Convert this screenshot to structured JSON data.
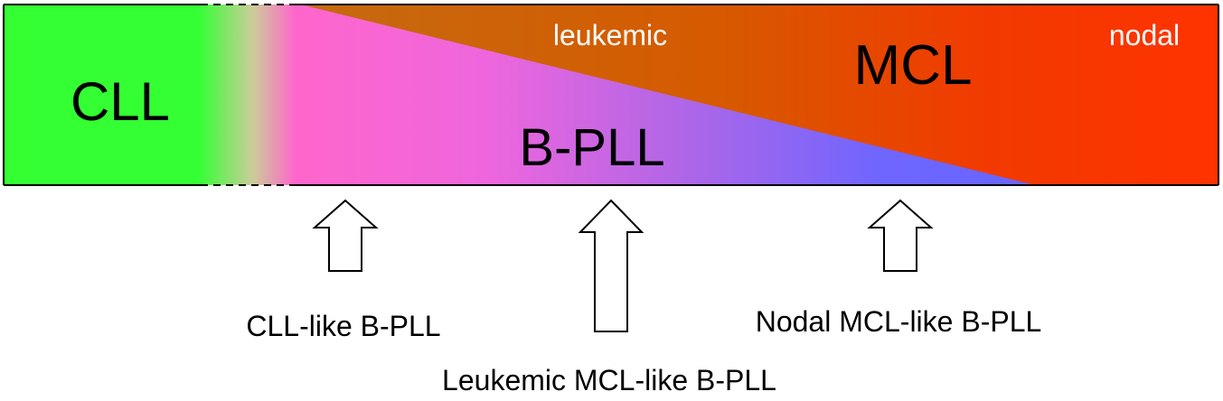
{
  "bar": {
    "cll": "CLL",
    "bpll": "B-PLL",
    "mcl": "MCL",
    "leukemic": "leukemic",
    "nodal": "nodal"
  },
  "annotations": {
    "cll_like": "CLL-like B-PLL",
    "leukemic_mcl_like": "Leukemic MCL-like B-PLL",
    "nodal_mcl_like": "Nodal MCL-like B-PLL"
  },
  "colors": {
    "cll_green": "#33ff33",
    "bpll_pink": "#ff66cc",
    "bpll_violet": "#b366e6",
    "bpll_blue": "#6666ff",
    "mcl_brown": "#cc6600",
    "mcl_red": "#ff3300",
    "text_dark": "#000000",
    "text_light": "#ffffff"
  }
}
